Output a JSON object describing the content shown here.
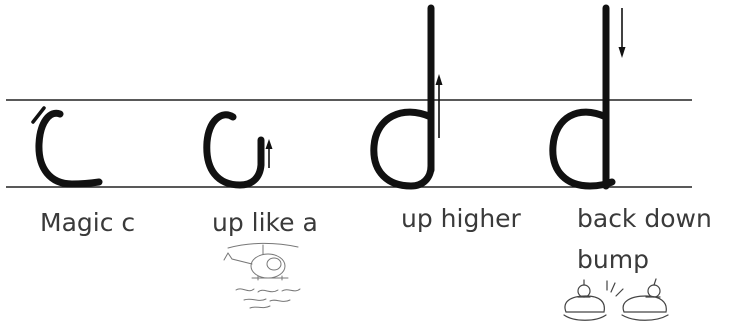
{
  "steps": [
    {
      "letter": "c",
      "caption": "Magic c"
    },
    {
      "letter": "c",
      "caption": "up like a"
    },
    {
      "letter": "d",
      "caption": "up higher"
    },
    {
      "letter": "d",
      "caption": "back down",
      "caption_line2": "bump"
    }
  ],
  "colors": {
    "ink": "#111111",
    "guide_line": "#222222",
    "caption_text": "#3a3a3a",
    "sketch": "#777777"
  },
  "icons": [
    "helicopter-icon",
    "bumper-car-icon",
    "up-arrow-icon",
    "down-arrow-icon"
  ]
}
